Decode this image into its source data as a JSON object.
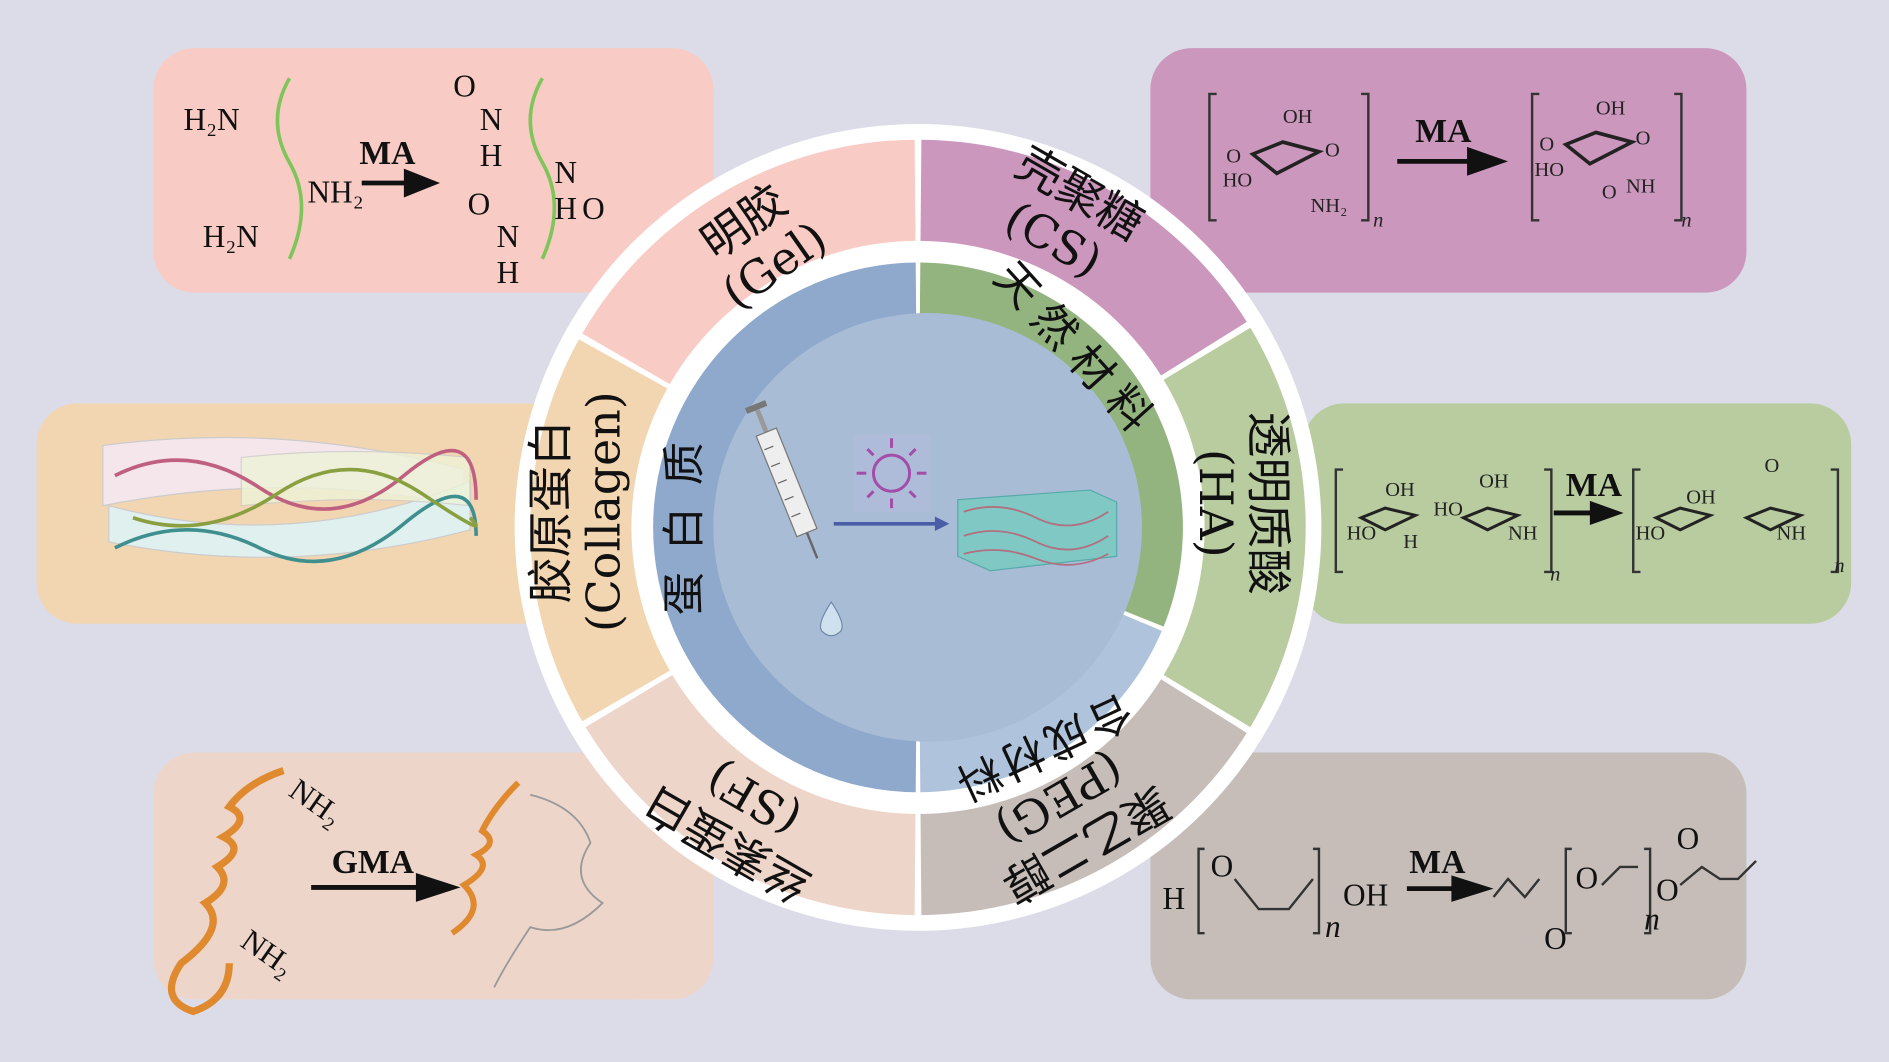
{
  "colors": {
    "background": "#dcdce8",
    "gel": "#f8cbc4",
    "cs": "#cc97bd",
    "ha": "#b9cca0",
    "peg": "#c6bdb9",
    "sf": "#eed5c9",
    "collagen": "#f2d5b1",
    "protein": "#8fa9cc",
    "natural": "#93b47e",
    "synthetic": "#b0c3dc",
    "core": "#a9bcd6"
  },
  "outer_ring": {
    "gel": {
      "name": "明胶",
      "abbr": "(Gel)"
    },
    "cs": {
      "name": "壳聚糖",
      "abbr": "(CS)"
    },
    "ha": {
      "name": "透明质酸",
      "abbr": "(HA)"
    },
    "peg": {
      "name": "聚乙二醇",
      "abbr": "(PEG)"
    },
    "sf": {
      "name": "丝素蛋白",
      "abbr": "(SF)"
    },
    "collagen": {
      "name": "胶原蛋白",
      "abbr": "(Collagen)"
    }
  },
  "inner_ring": {
    "protein": "蛋白质",
    "natural": "天然材料",
    "synthetic": "合成材料"
  },
  "panels": {
    "gel": {
      "reagent": "MA",
      "labels": [
        "H₂N",
        "NH₂",
        "H₂N",
        "O",
        "N",
        "H",
        "N",
        "H",
        "O",
        "O",
        "N",
        "H"
      ]
    },
    "cs": {
      "reagent": "MA",
      "labels": [
        "OH",
        "O",
        "O",
        "HO",
        "NH₂",
        "n",
        "OH",
        "O",
        "O",
        "HO",
        "NH",
        "O",
        "n"
      ]
    },
    "ha": {
      "reagent": "MA",
      "labels": [
        "HO",
        "OH",
        "H",
        "HO",
        "OH",
        "NH",
        "n",
        "HO",
        "OH",
        "NH",
        "O",
        "n"
      ]
    },
    "sf": {
      "reagent": "GMA",
      "labels": [
        "NH₂",
        "NH₂"
      ]
    },
    "peg": {
      "reagent": "MA",
      "labels": [
        "H",
        "O",
        "OH",
        "n",
        "O",
        "O",
        "O",
        "n",
        "O"
      ]
    }
  },
  "center": {
    "icons": [
      "syringe-icon",
      "light-icon",
      "hydrogel-icon"
    ]
  }
}
